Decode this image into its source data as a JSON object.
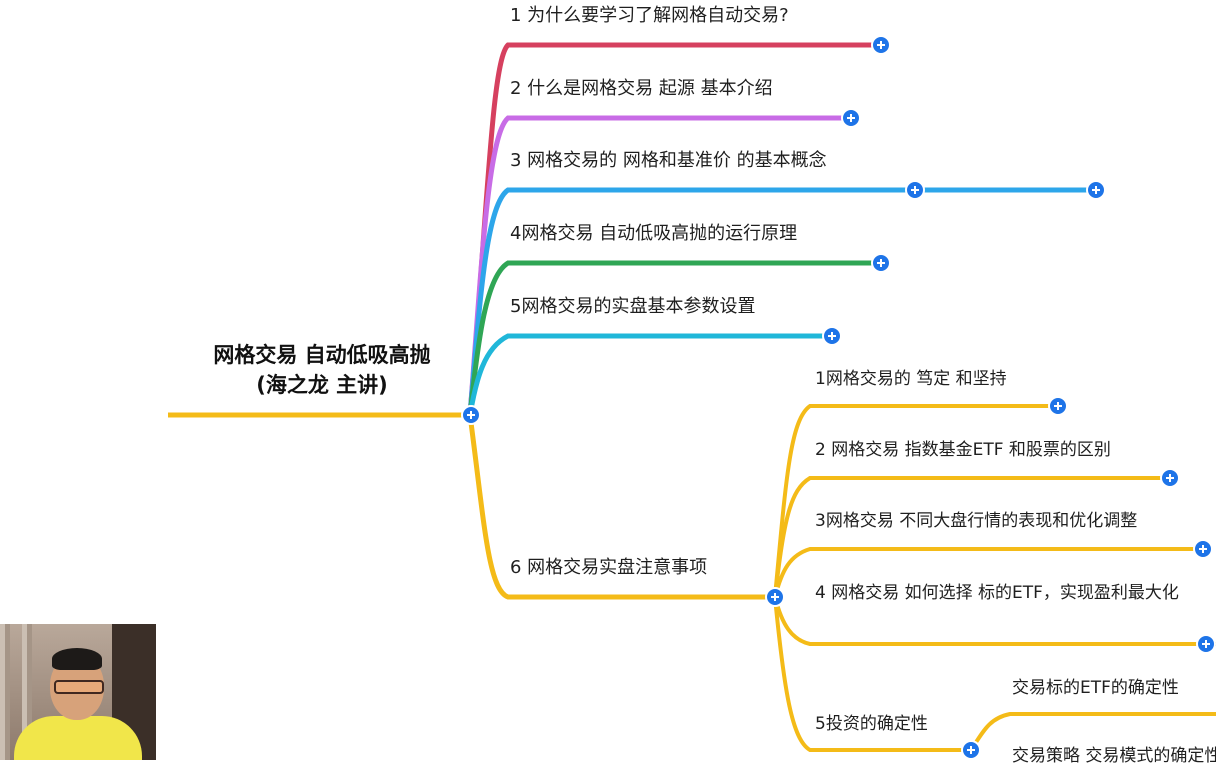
{
  "root": {
    "line1": "网格交易 自动低吸高抛",
    "line2": "(海之龙 主讲)"
  },
  "branches": [
    {
      "label": "1 为什么要学习了解网格自动交易?",
      "color": "#d6405f"
    },
    {
      "label": "2 什么是网格交易  起源 基本介绍",
      "color": "#c86ce6"
    },
    {
      "label": "3 网格交易的 网格和基准价 的基本概念",
      "color": "#2da6ea"
    },
    {
      "label": "4网格交易 自动低吸高抛的运行原理",
      "color": "#2fa655"
    },
    {
      "label": "5网格交易的实盘基本参数设置",
      "color": "#20b7d9"
    },
    {
      "label": "6 网格交易实盘注意事项",
      "color": "#f4bb18"
    }
  ],
  "sub_branches": [
    "1网格交易的  笃定 和坚持",
    "2 网格交易 指数基金ETF 和股票的区别",
    "3网格交易 不同大盘行情的表现和优化调整",
    "4 网格交易 如何选择 标的ETF，实现盈利最大化",
    "5投资的确定性"
  ],
  "sub_sub_branches": [
    "交易标的ETF的确定性",
    "交易策略 交易模式的确定性"
  ],
  "webcam": {
    "description_icon": "presenter-webcam"
  }
}
